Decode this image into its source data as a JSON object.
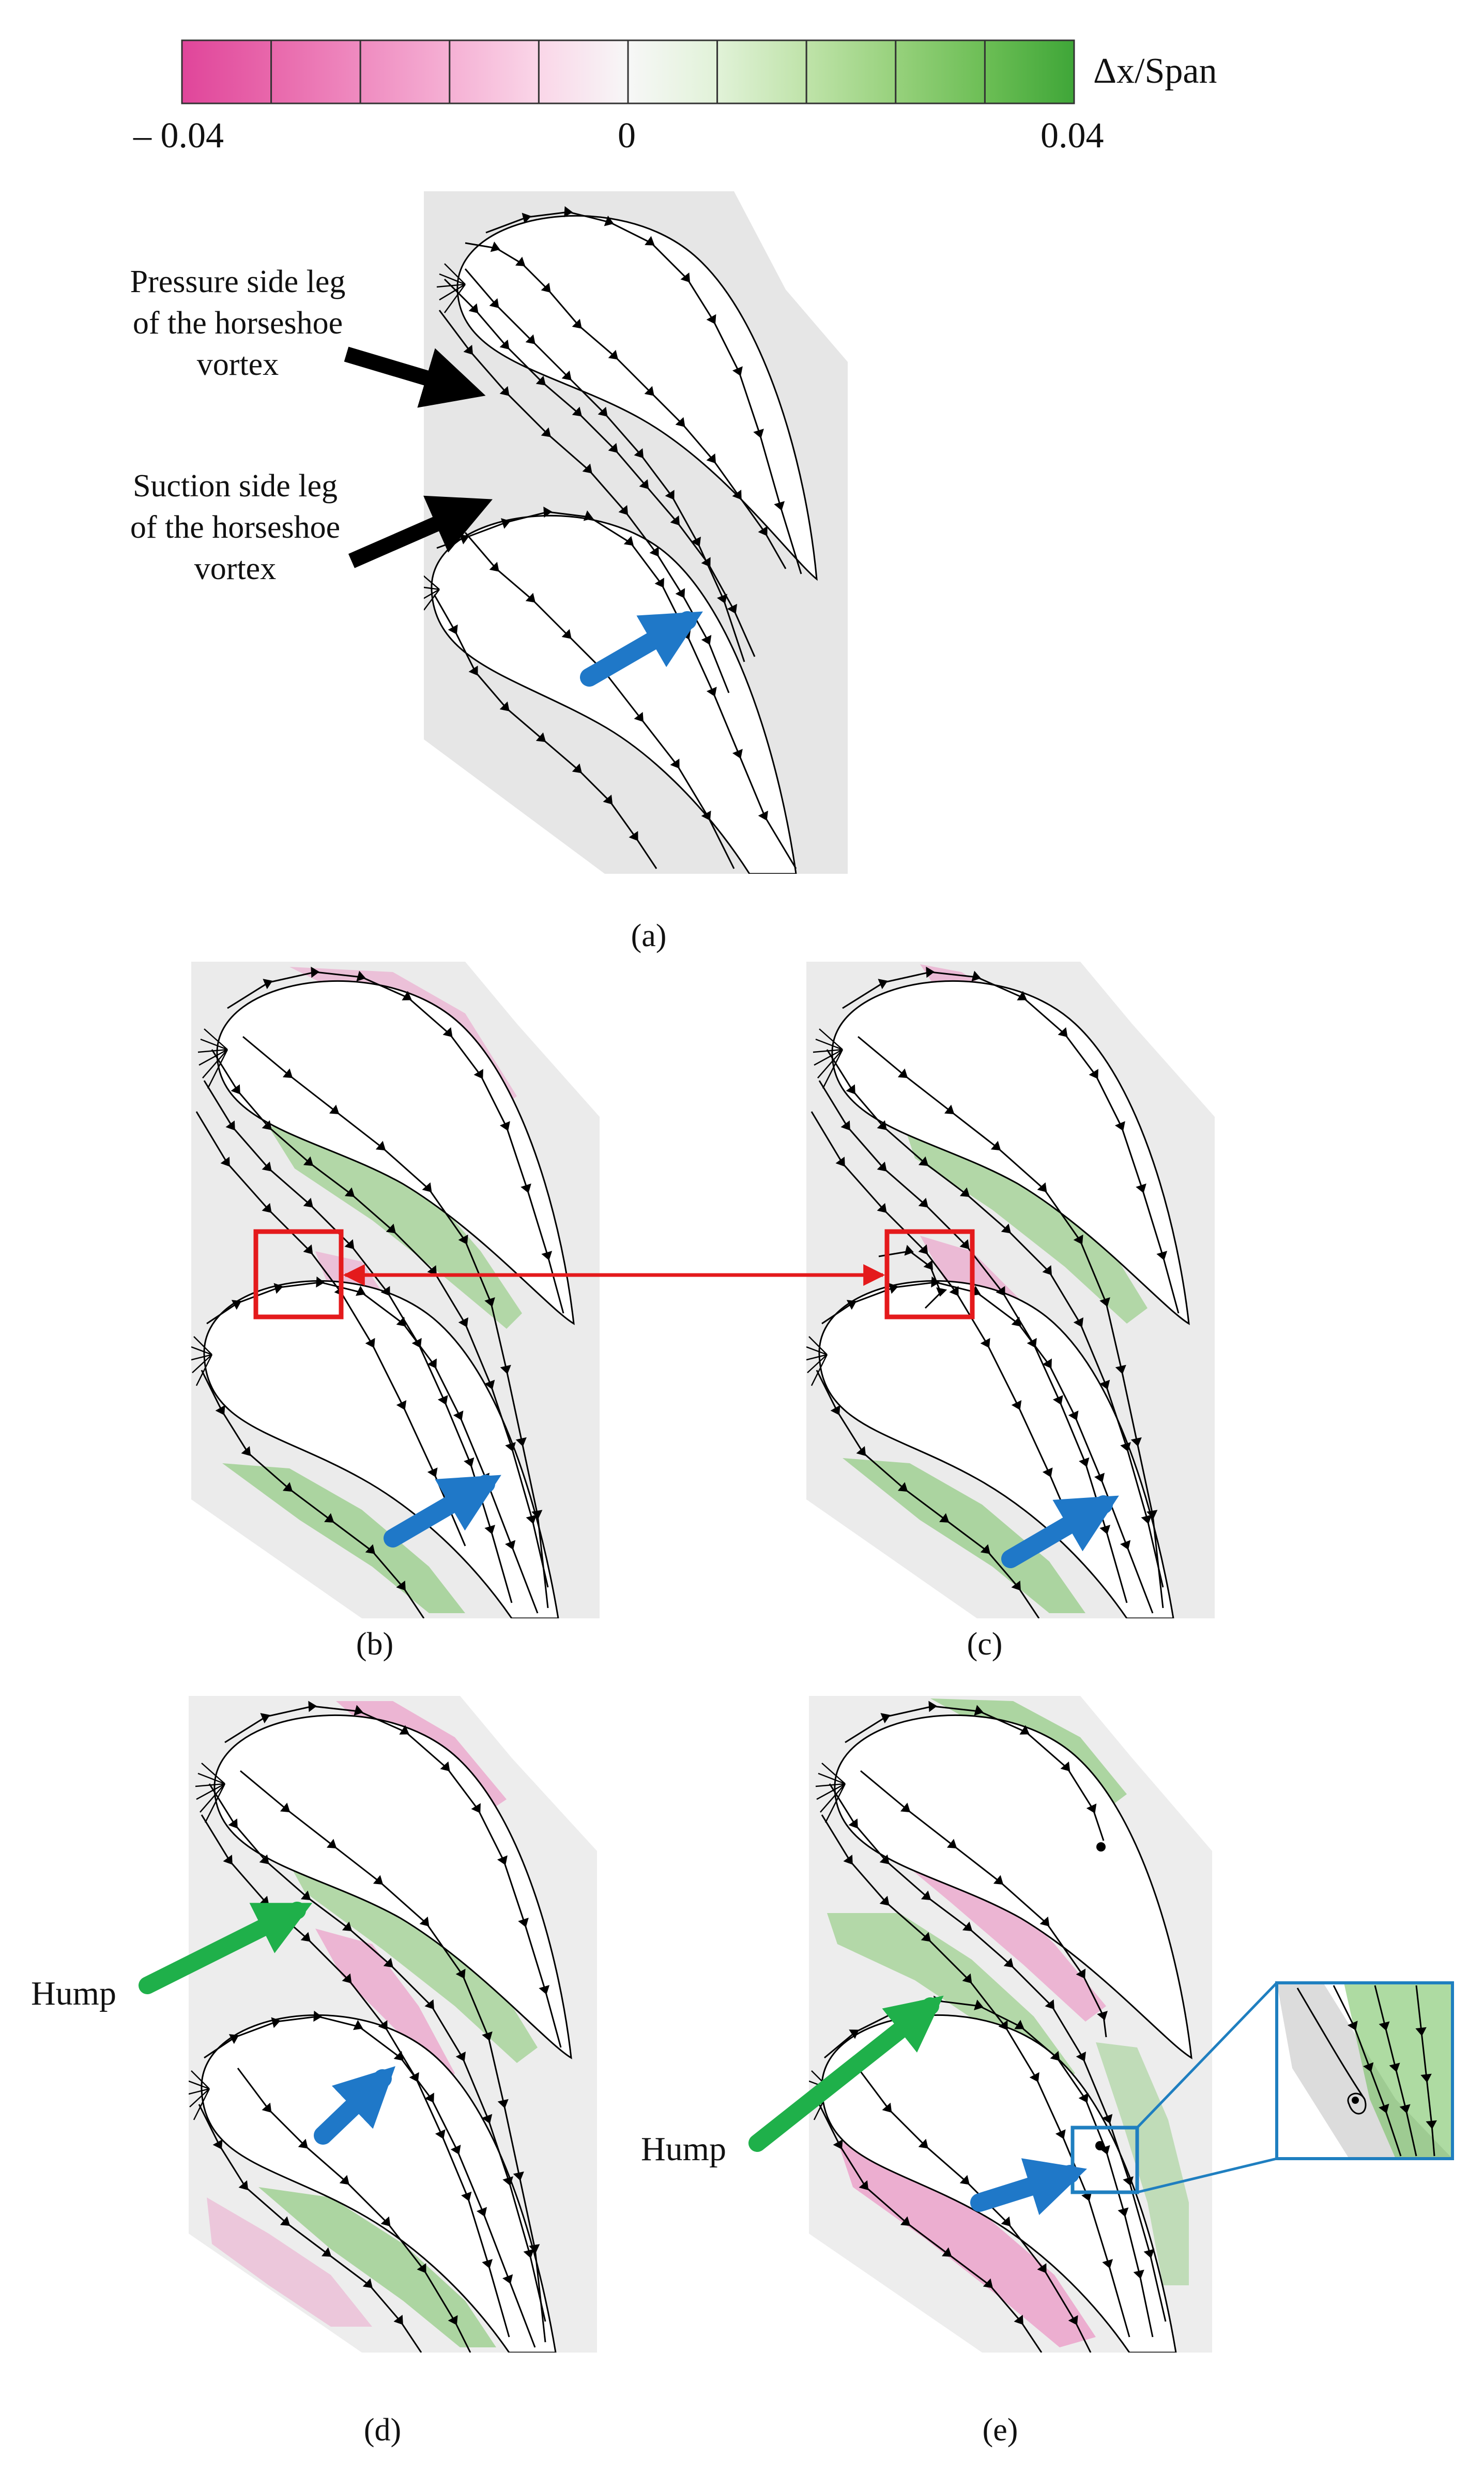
{
  "colorbar": {
    "label": "Δx/Span",
    "ticks": [
      "– 0.04",
      "0",
      "0.04"
    ],
    "colors": [
      "#e0459a",
      "#e867ab",
      "#ef8bc0",
      "#f5b0d4",
      "#fad6e8",
      "#f7f7f7",
      "#e1f2d8",
      "#bfe3a9",
      "#97d17c",
      "#6cbe55",
      "#3fa638"
    ]
  },
  "panel_a": {
    "caption": "(a)",
    "annotations": {
      "pressure_leg": [
        "Pressure side leg",
        "of the horseshoe",
        "vortex"
      ],
      "suction_leg": [
        "Suction side leg",
        "of the horseshoe",
        "vortex"
      ]
    }
  },
  "panel_b": {
    "caption": "(b)"
  },
  "panel_c": {
    "caption": "(c)"
  },
  "panel_d": {
    "caption": "(d)",
    "hump_label": "Hump"
  },
  "panel_e": {
    "caption": "(e)",
    "hump_label": "Hump"
  },
  "colors": {
    "blue_arrow": "#1f78c8",
    "green_arrow": "#1fb04a",
    "red_marker": "#e41a1c",
    "inset_frame": "#1f7fc0",
    "passage_gray": "#e6e6e6",
    "pink": "#ec70b4",
    "green": "#6cbe55"
  }
}
